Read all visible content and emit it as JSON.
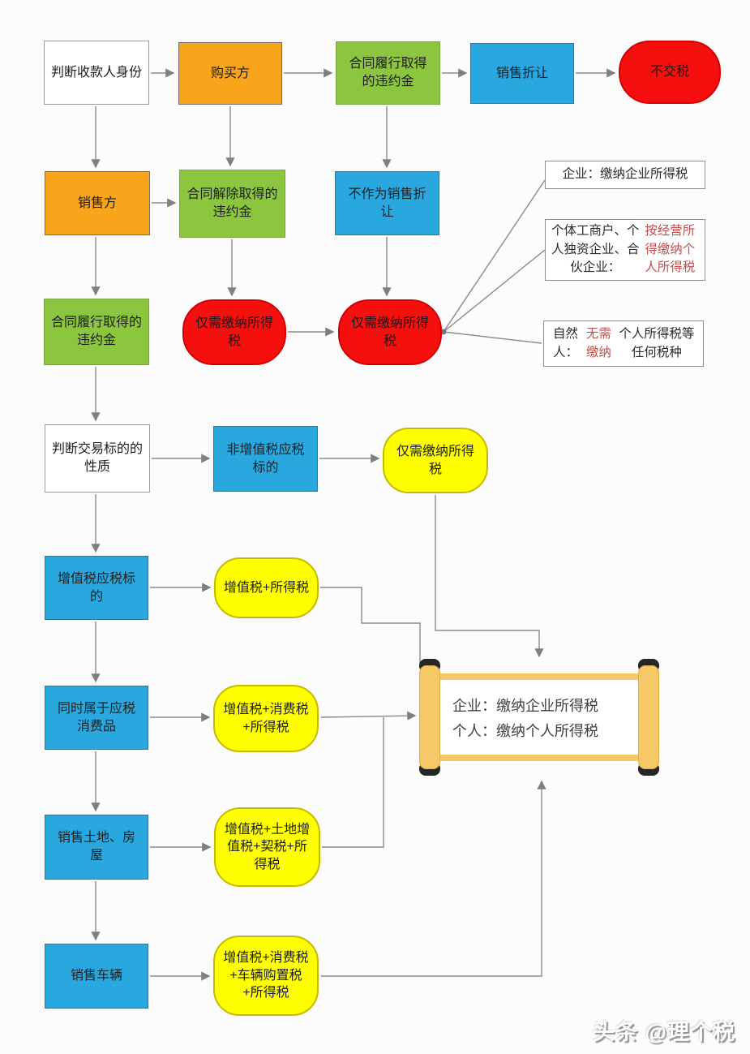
{
  "colors": {
    "orange": "#f9a51b",
    "green": "#8cc63e",
    "blue": "#29a8e0",
    "red": "#f50f0f",
    "yellow": "#ffff00",
    "scroll_gold": "#f5c868",
    "connector_gray": "#8b8b8b",
    "highlight_red_text": "#c0504d"
  },
  "nodes": {
    "judge_payee": {
      "label": "判断收款人身份"
    },
    "buyer": {
      "label": "购买方"
    },
    "perform_penalty_top": {
      "label": "合同履行取得的违约金"
    },
    "sales_discount": {
      "label": "销售折让"
    },
    "no_tax": {
      "label": "不交税"
    },
    "seller": {
      "label": "销售方"
    },
    "cancel_penalty": {
      "label": "合同解除取得的违约金"
    },
    "not_sales_discount": {
      "label": "不作为销售折让"
    },
    "perform_penalty_left": {
      "label": "合同履行取得的违约金"
    },
    "income_tax_only_red1": {
      "label": "仅需缴纳所得税"
    },
    "income_tax_only_red2": {
      "label": "仅需缴纳所得税"
    },
    "note_enterprise": {
      "label": "企业：缴纳企业所得税"
    },
    "note_sole_trader": {
      "black": "个体工商户、个人独资企业、合伙企业：",
      "red": "按经营所得缴纳个人所得税"
    },
    "note_natural_person": {
      "black1": "自然人：",
      "red": "无需缴纳",
      "black2": "个人所得税等任何税种"
    },
    "judge_subject": {
      "label": "判断交易标的的性质"
    },
    "non_vat_subject": {
      "label": "非增值税应税标的"
    },
    "income_tax_only_yellow": {
      "label": "仅需缴纳所得税"
    },
    "vat_subject": {
      "label": "增值税应税标的"
    },
    "vat_income": {
      "label": "增值税+所得税"
    },
    "taxable_consumable": {
      "label": "同时属于应税消费品"
    },
    "vat_consumption_income": {
      "label": "增值税+消费税\n+所得税"
    },
    "land_house": {
      "label": "销售土地、房屋"
    },
    "vat_land_deed_income": {
      "label": "增值税+土地增\n值税+契税+所\n得税"
    },
    "vehicle": {
      "label": "销售车辆"
    },
    "vat_cons_vehicle_income": {
      "label": "增值税+消费税\n+车辆购置税\n+所得税"
    },
    "scroll": {
      "line1": "企业：缴纳企业所得税",
      "line2": "个人：缴纳个人所得税"
    }
  },
  "watermark": "头条 @理个税"
}
